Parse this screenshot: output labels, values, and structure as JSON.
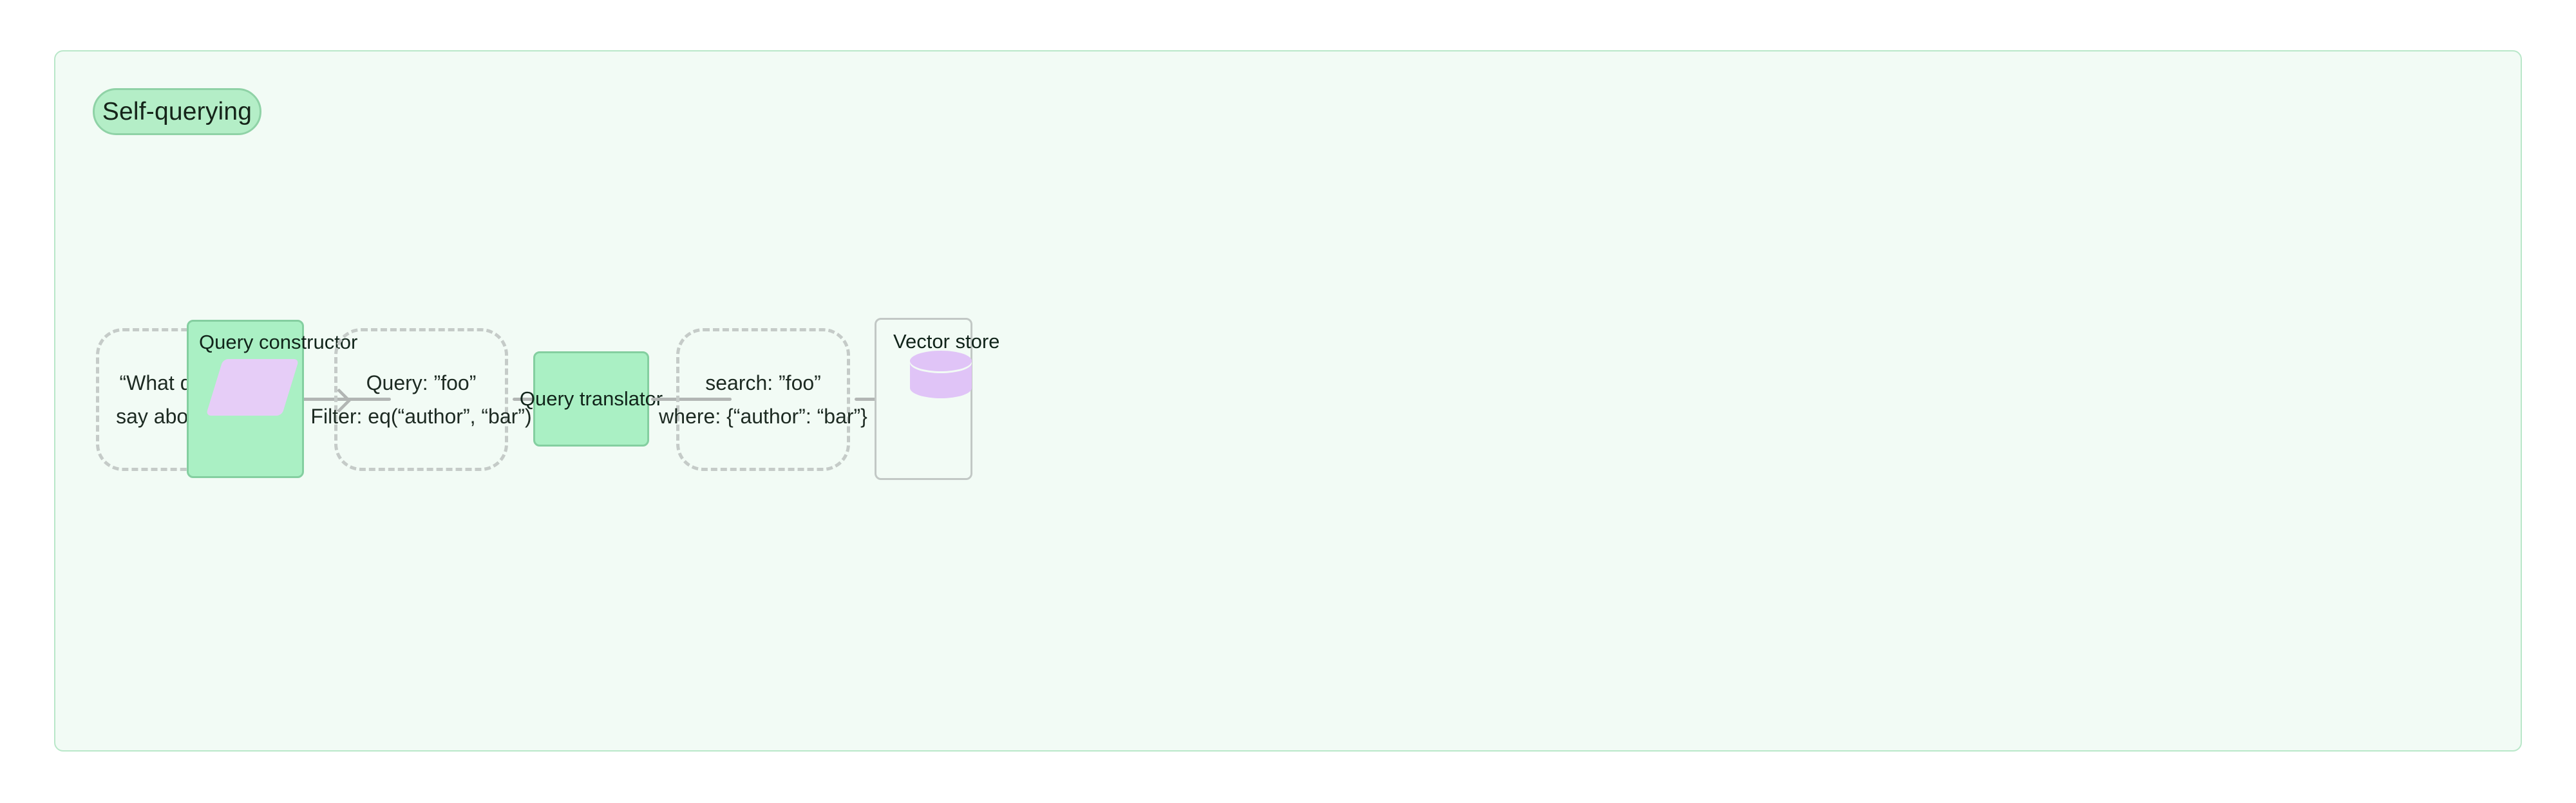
{
  "diagram": {
    "type": "flowchart",
    "orientation": "left-to-right",
    "subgraph_title": "Self-querying",
    "colors": {
      "canvas": "#f2fbf5",
      "canvas_border": "#b9e7c9",
      "title_pill_fill": "#b4eec7",
      "title_pill_border": "#8fd2a6",
      "process_fill": "#aaf0c4",
      "process_border": "#84cfa0",
      "dashed_border": "#c5cbc8",
      "store_border": "#c2c8c5",
      "shape_purple": "#e0c4f7",
      "connector": "#b2b6b4",
      "text": "#11241a"
    },
    "nodes": [
      {
        "id": "user-question",
        "kind": "dashed",
        "lines": [
          "“What did bar",
          "say about foo”"
        ]
      },
      {
        "id": "query-constructor",
        "kind": "process",
        "title": "Query constructor",
        "icon": "parallelogram-icon"
      },
      {
        "id": "structured-query",
        "kind": "dashed",
        "lines": [
          "Query: ”foo”",
          "Filter: eq(“author”, “bar”)"
        ]
      },
      {
        "id": "query-translator",
        "kind": "process",
        "title": "Query translator"
      },
      {
        "id": "translated-query",
        "kind": "dashed",
        "lines": [
          "search: ”foo”",
          "where: {“author”: “bar”}"
        ]
      },
      {
        "id": "vector-store",
        "kind": "store",
        "title": "Vector store",
        "icon": "database-cylinder-icon"
      }
    ],
    "edges": [
      {
        "from": "user-question",
        "to": "query-constructor",
        "arrow": true
      },
      {
        "from": "query-constructor",
        "to": "structured-query",
        "arrow": false
      },
      {
        "from": "structured-query",
        "to": "query-translator",
        "arrow": true
      },
      {
        "from": "query-translator",
        "to": "translated-query",
        "arrow": false
      },
      {
        "from": "translated-query",
        "to": "vector-store",
        "arrow": true
      }
    ]
  }
}
